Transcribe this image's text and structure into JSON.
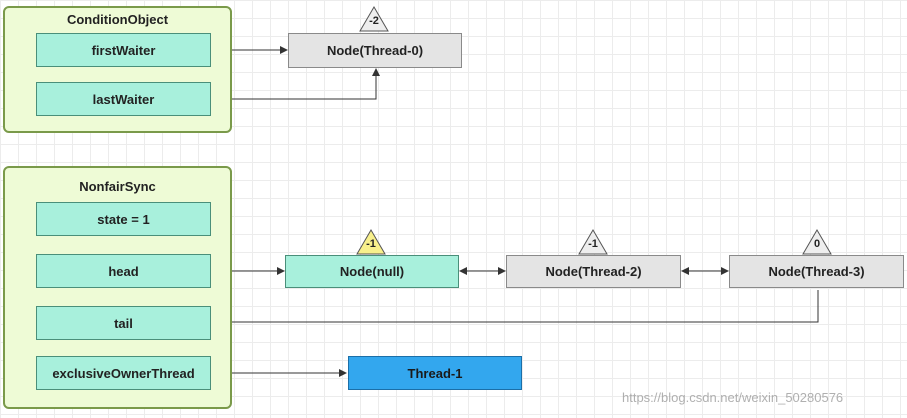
{
  "condition_object": {
    "title": "ConditionObject",
    "fields": [
      "firstWaiter",
      "lastWaiter"
    ]
  },
  "nonfair_sync": {
    "title": "NonfairSync",
    "fields": [
      "state = 1",
      "head",
      "tail",
      "exclusiveOwnerThread"
    ]
  },
  "nodes": {
    "thread0": {
      "label": "Node(Thread-0)",
      "status": "-2"
    },
    "null_node": {
      "label": "Node(null)",
      "status": "-1"
    },
    "thread2": {
      "label": "Node(Thread-2)",
      "status": "-1"
    },
    "thread3": {
      "label": "Node(Thread-3)",
      "status": "0"
    }
  },
  "owner_thread": {
    "label": "Thread-1"
  },
  "colors": {
    "group_fill": "#eefbd6",
    "field_fill": "#a8f0dc",
    "node_gray": "#e4e4e4",
    "thread_blue": "#33a7ee",
    "triangle_yellow": "#f8f08c",
    "triangle_gray": "#eeeeee"
  },
  "watermark": "https://blog.csdn.net/weixin_50280576"
}
